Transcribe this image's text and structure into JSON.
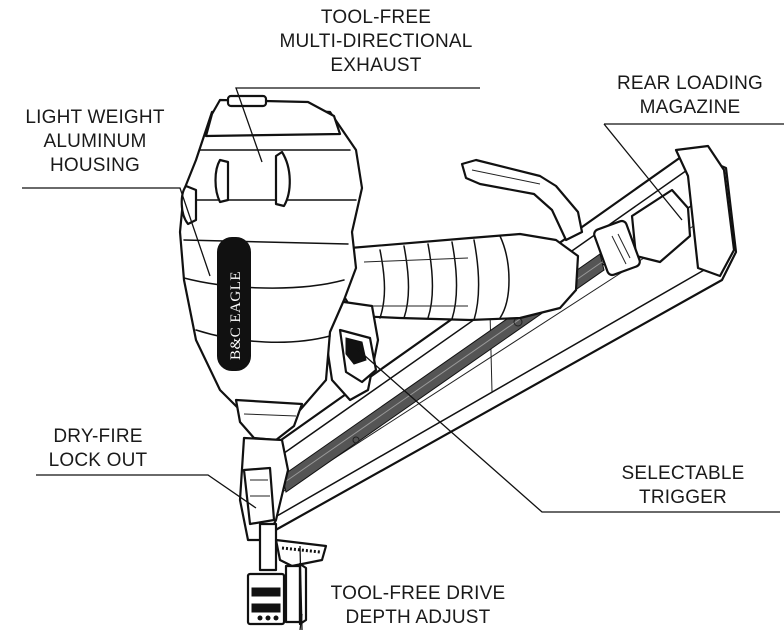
{
  "logo": "B&C EAGLE",
  "callouts": {
    "exhaust": [
      "TOOL-FREE",
      "MULTI-DIRECTIONAL",
      "EXHAUST"
    ],
    "housing": [
      "LIGHT WEIGHT",
      "ALUMINUM",
      "HOUSING"
    ],
    "magazine": [
      "REAR LOADING",
      "MAGAZINE"
    ],
    "dry_fire": [
      "DRY-FIRE",
      "LOCK OUT"
    ],
    "trigger": [
      "SELECTABLE",
      "TRIGGER"
    ],
    "depth": [
      "TOOL-FREE DRIVE",
      "DEPTH ADJUST"
    ]
  },
  "colors": {
    "line": "#111111",
    "background": "#ffffff"
  }
}
